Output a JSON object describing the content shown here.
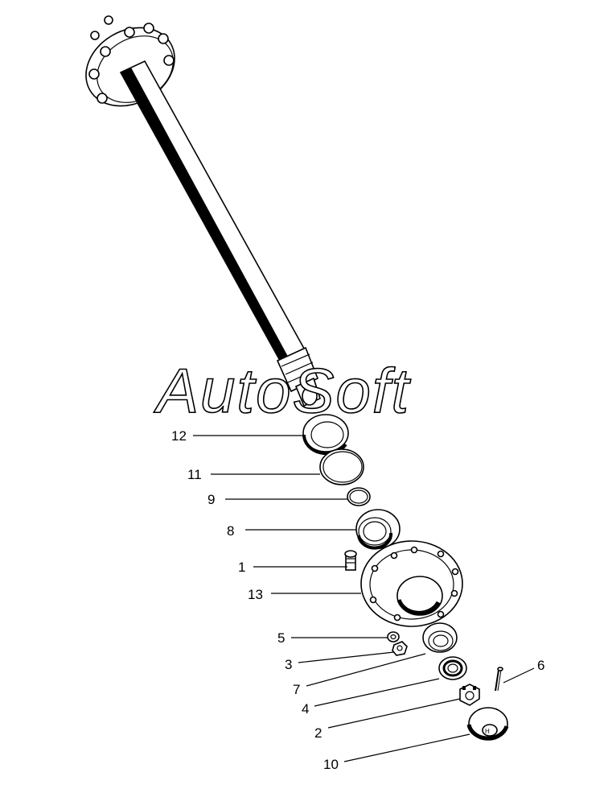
{
  "watermark": "AutoSoft",
  "callouts": [
    {
      "id": "12",
      "label": "12"
    },
    {
      "id": "11",
      "label": "11"
    },
    {
      "id": "9",
      "label": "9"
    },
    {
      "id": "8",
      "label": "8"
    },
    {
      "id": "1",
      "label": "1"
    },
    {
      "id": "13",
      "label": "13"
    },
    {
      "id": "5",
      "label": "5"
    },
    {
      "id": "3",
      "label": "3"
    },
    {
      "id": "7",
      "label": "7"
    },
    {
      "id": "4",
      "label": "4"
    },
    {
      "id": "2",
      "label": "2"
    },
    {
      "id": "6",
      "label": "6"
    },
    {
      "id": "10",
      "label": "10"
    }
  ]
}
